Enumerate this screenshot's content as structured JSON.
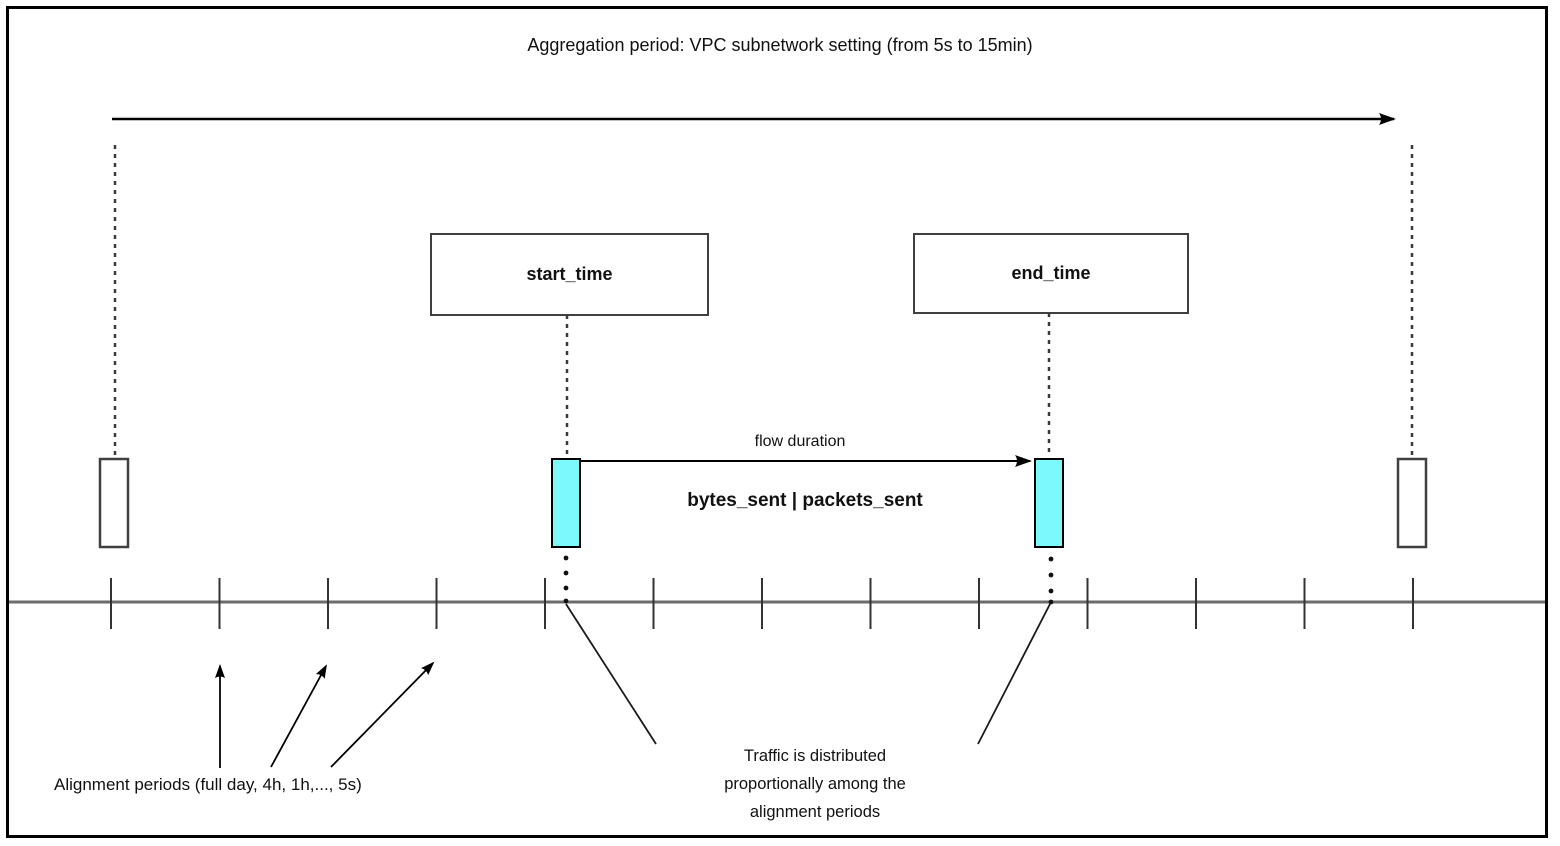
{
  "diagram": {
    "title": "Aggregation period: VPC subnetwork setting (from 5s to 15min)",
    "boxes": {
      "start_time": "start_time",
      "end_time": "end_time"
    },
    "labels": {
      "flow_duration": "flow duration",
      "metrics": "bytes_sent | packets_sent",
      "alignment_periods": "Alignment periods (full day, 4h, 1h,..., 5s)",
      "traffic_line1": "Traffic is distributed",
      "traffic_line2": "proportionally among the",
      "traffic_line3": "alignment periods"
    },
    "colors": {
      "flow_marker_fill": "#7CF9FA",
      "timeline": "#6b6b6b",
      "line": "#000000",
      "boundary_marker_stroke": "#404040"
    }
  }
}
